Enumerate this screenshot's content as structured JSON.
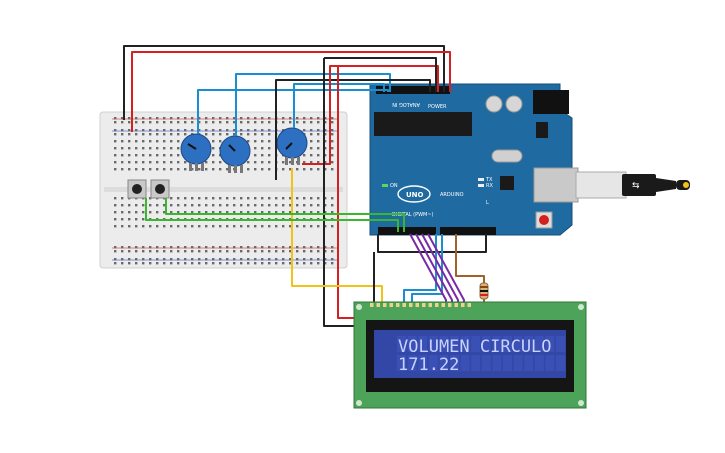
{
  "lcd": {
    "line1": "VOLUMEN CIRCULO",
    "line2": "171.22"
  },
  "arduino": {
    "brand": "ARDUINO",
    "model": "UNO",
    "digital_label": "DIGITAL (PWM~)",
    "analog_label": "ANALOG IN",
    "power_label": "POWER",
    "tx_label": "TX",
    "rx_label": "RX",
    "on_label": "ON",
    "l_label": "L"
  },
  "colors": {
    "board": "#1f6aa0",
    "breadboard": "#ececec",
    "lcd_pcb": "#4ea35a",
    "lcd_screen": "#3347a6",
    "wire_red": "#d42020",
    "wire_black": "#222222",
    "wire_blue": "#1a8fd0",
    "wire_yellow": "#f2c21a",
    "wire_green": "#38b82a",
    "wire_purple": "#7a2aa8",
    "wire_brown": "#a0622a",
    "pot": "#2d6fc0"
  },
  "components": {
    "potentiometers": 3,
    "pushbuttons": 2
  }
}
